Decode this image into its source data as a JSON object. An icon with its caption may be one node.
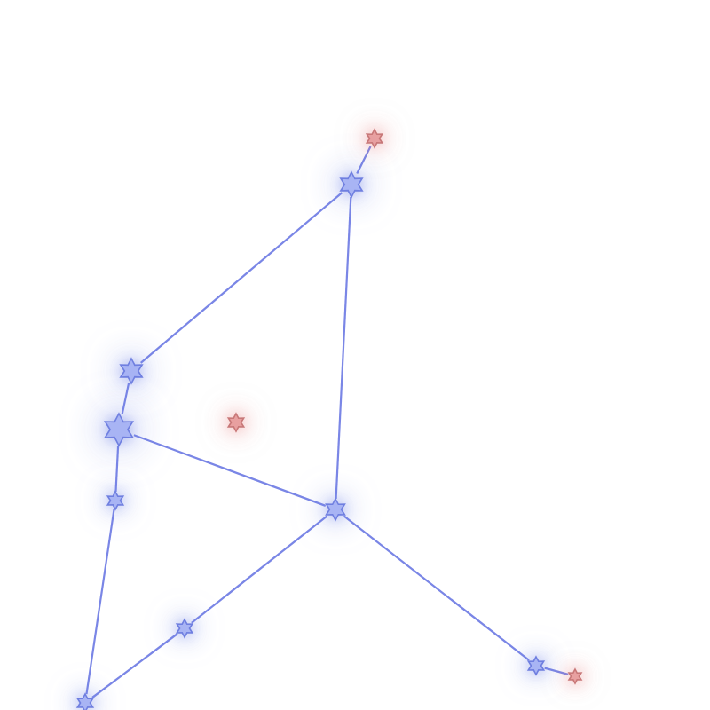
{
  "diagram": {
    "nodes": [
      {
        "text": [],
        "shape": "star"
      },
      {
        "text": [],
        "shape": "star"
      },
      {
        "text": [],
        "shape": "star"
      },
      {
        "text": [],
        "shape": "star"
      },
      {
        "text": [],
        "shape": "star"
      },
      {
        "text": [],
        "shape": "star"
      },
      {
        "text": [],
        "shape": "star"
      },
      {
        "text": [],
        "shape": "star"
      },
      {
        "text": [],
        "shape": "star"
      },
      {
        "text": [],
        "shape": "star"
      },
      {
        "text": [],
        "shape": "star"
      }
    ],
    "edges": [
      {
        "from": 0,
        "to": 1,
        "arrow": "none"
      },
      {
        "from": 1,
        "to": 2,
        "arrow": "none"
      },
      {
        "from": 1,
        "to": 6,
        "arrow": "none"
      },
      {
        "from": 2,
        "to": 4,
        "arrow": "none"
      },
      {
        "from": 4,
        "to": 6,
        "arrow": "none"
      },
      {
        "from": 4,
        "to": 5,
        "arrow": "none"
      },
      {
        "from": 5,
        "to": 10,
        "arrow": "none"
      },
      {
        "from": 10,
        "to": 7,
        "arrow": "none"
      },
      {
        "from": 7,
        "to": 6,
        "arrow": "none"
      },
      {
        "from": 6,
        "to": 8,
        "arrow": "none"
      },
      {
        "from": 8,
        "to": 9,
        "arrow": "none"
      }
    ]
  }
}
